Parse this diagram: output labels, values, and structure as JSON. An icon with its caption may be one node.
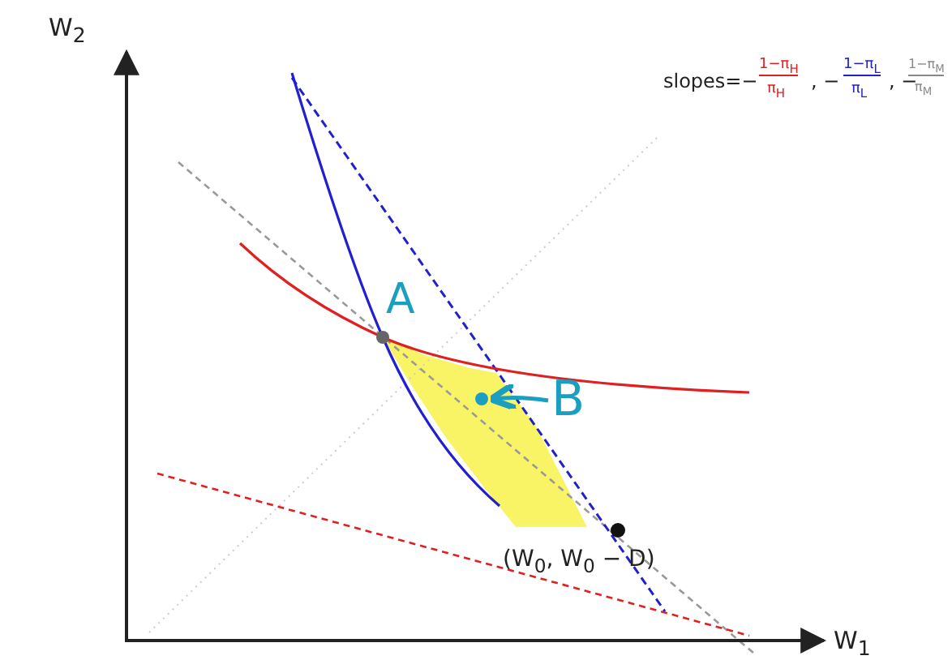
{
  "diagram": {
    "nodes": [
      {
        "text": [
          "B"
        ]
      },
      {
        "text": [],
        "shape": "circle"
      }
    ],
    "edges": [
      {
        "from": 0,
        "to": 1,
        "arrow": "to"
      }
    ],
    "labels": [
      "W$_{2}$",
      "slopes=−",
      "1−π$_{H}$",
      "π$_{H}$",
      ", −",
      "1−π$_{L}$",
      "π$_{L}$",
      ", −",
      "1−π$_{M}$",
      "π$_{M}$",
      "A",
      "(W$_{0}$, W$_{0}$ − D)",
      "W$_{1}$"
    ]
  }
}
